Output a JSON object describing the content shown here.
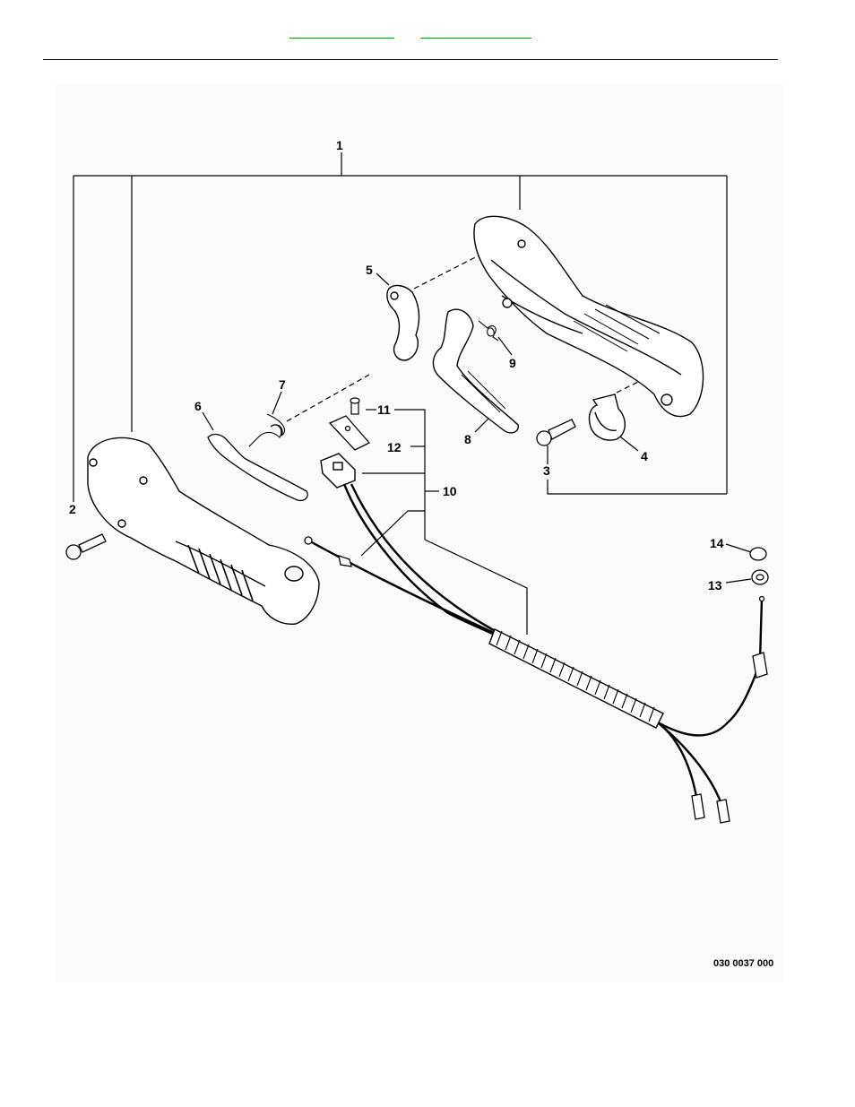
{
  "header": {
    "links": [
      {
        "label": ""
      },
      {
        "label": ""
      }
    ]
  },
  "diagram": {
    "callouts": [
      "1",
      "2",
      "3",
      "4",
      "5",
      "6",
      "7",
      "8",
      "9",
      "10",
      "11",
      "12",
      "13",
      "14"
    ],
    "figure_code": "030 0037 000"
  }
}
